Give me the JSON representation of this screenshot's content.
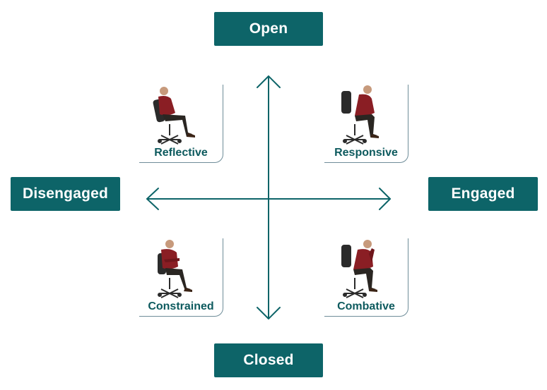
{
  "colors": {
    "accent": "#0d6468",
    "quadrant_text": "#0d5a5e",
    "person_shirt": "#8a1e24",
    "person_pants": "#2a2622",
    "chair": "#2b2b2b",
    "frame": "#6f8d99"
  },
  "axis_labels": {
    "top": "Open",
    "bottom": "Closed",
    "left": "Disengaged",
    "right": "Engaged"
  },
  "quadrants": [
    {
      "label": "Reflective",
      "icon": "person-leaning-back-icon"
    },
    {
      "label": "Responsive",
      "icon": "person-leaning-forward-icon"
    },
    {
      "label": "Constrained",
      "icon": "person-arms-crossed-icon"
    },
    {
      "label": "Combative",
      "icon": "person-chin-on-hand-icon"
    }
  ]
}
